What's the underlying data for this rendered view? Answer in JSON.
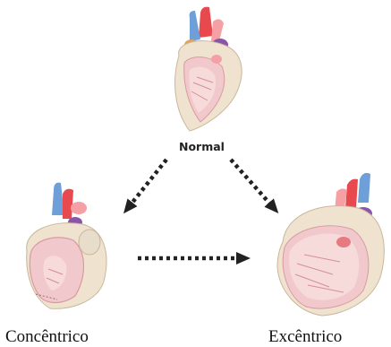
{
  "labels": {
    "normal": "Normal",
    "concentric": "Concêntrico",
    "eccentric": "Excêntrico"
  },
  "colors": {
    "aorta_red": "#e8494f",
    "vessel_blue": "#6e9fd8",
    "vessel_purple": "#8a55a8",
    "myocardium_pink": "#f1c9cc",
    "chamber_interior": "#f7dada",
    "pericardium_beige": "#efe3cf",
    "arrow_dark": "#222222"
  }
}
